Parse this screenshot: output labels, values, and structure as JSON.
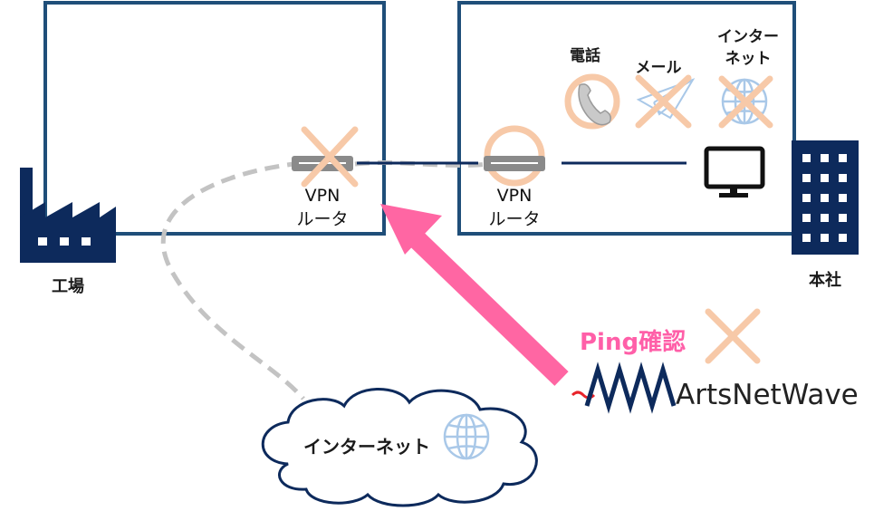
{
  "factory": {
    "label": "工場"
  },
  "headquarters": {
    "label": "本社"
  },
  "factory_router": {
    "line1": "VPN",
    "line2": "ルータ",
    "status": "×"
  },
  "hq_router": {
    "line1": "VPN",
    "line2": "ルータ",
    "status": "○"
  },
  "services": [
    {
      "label": "電話",
      "status": "○"
    },
    {
      "label": "メール",
      "status": "×"
    },
    {
      "label_line1": "インター",
      "label_line2": "ネット",
      "status": "×"
    }
  ],
  "internet_cloud": {
    "label": "インターネット"
  },
  "ping": {
    "label": "Ping確認",
    "status": "×"
  },
  "logo": {
    "text": "ArtsNetWave"
  },
  "colors": {
    "frame": "#1f4e79",
    "navy": "#0d2a5c",
    "orange_mark": "#f7c9a8",
    "pink": "#ff66a3",
    "pink_text": "#ff5fa8",
    "globe": "#a9c8e8",
    "dashed": "#c3c3c3",
    "router": "#8a8a8a"
  }
}
